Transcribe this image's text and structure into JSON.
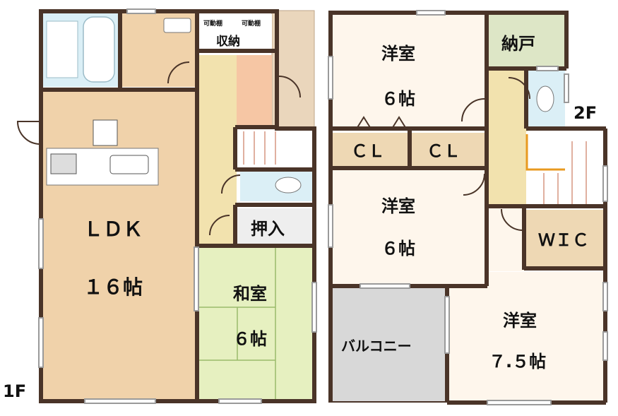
{
  "floors": {
    "first": {
      "label": "1F",
      "rooms": {
        "ldk": {
          "name": "ＬＤＫ",
          "size": "１６帖"
        },
        "washitsu": {
          "name": "和室",
          "size": "６帖"
        },
        "oshiire": {
          "name": "押入"
        },
        "shuno": {
          "name": "収納",
          "shelf1": "可動棚",
          "shelf2": "可動棚"
        }
      }
    },
    "second": {
      "label": "2F",
      "rooms": {
        "youshitsu1": {
          "name": "洋室",
          "size": "６帖"
        },
        "youshitsu2": {
          "name": "洋室",
          "size": "６帖"
        },
        "youshitsu3": {
          "name": "洋室",
          "size": "７.５帖"
        },
        "nando": {
          "name": "納戸"
        },
        "cl1": {
          "name": "ＣＬ"
        },
        "cl2": {
          "name": "ＣＬ"
        },
        "wic": {
          "name": "ＷＩＣ"
        },
        "balcony": {
          "name": "バルコニー"
        }
      }
    }
  },
  "colors": {
    "wall": "#4a3428",
    "ldk_floor": "#f0d2aa",
    "tatami": "#e6f0c0",
    "tatami_edge": "#9aba6a",
    "room_floor": "#fef6ec",
    "closet": "#eed8b4",
    "hall": "#f2e2ae",
    "storage_pink": "#f6c6a4",
    "wet_area": "#dbeff6",
    "balcony": "#d8d8d8",
    "nando": "#dde6c6",
    "stair_mark": "#e89a20"
  }
}
